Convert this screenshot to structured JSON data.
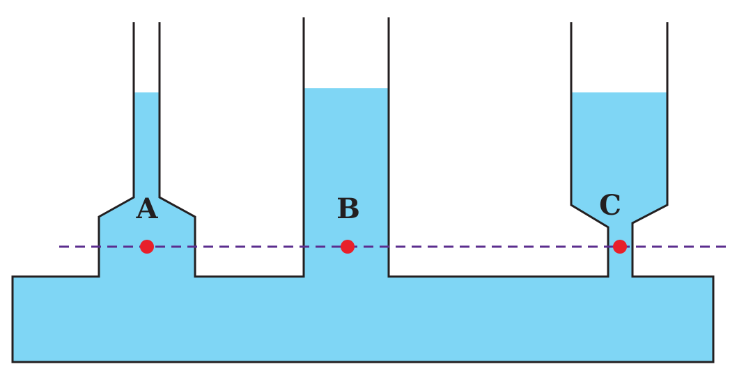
{
  "colors": {
    "water": "#7fd6f5",
    "vessel_wall": "#231f20",
    "reference_line": "#5b2d8e",
    "point_marker": "#e8202a",
    "label_text": "#231f20"
  },
  "points": [
    {
      "id": "A",
      "label": "A"
    },
    {
      "id": "B",
      "label": "B"
    },
    {
      "id": "C",
      "label": "C"
    }
  ]
}
